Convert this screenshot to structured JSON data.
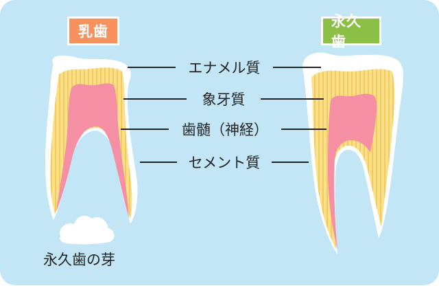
{
  "labels": {
    "baby_tooth": "乳歯",
    "permanent_tooth": "永久歯",
    "enamel": "エナメル質",
    "dentin": "象牙質",
    "pulp": "歯髄（神経）",
    "cementum": "セメント質",
    "permanent_bud": "永久歯の芽"
  },
  "colors": {
    "background": "#c3e6f6",
    "enamel": "#ffffff",
    "dentin": "#fbe08a",
    "dentin_lines": "#f2c04b",
    "pulp": "#f58fa3",
    "baby_badge": "#f7925f",
    "permanent_badge": "#8cbf46",
    "leader_line": "#222222"
  }
}
